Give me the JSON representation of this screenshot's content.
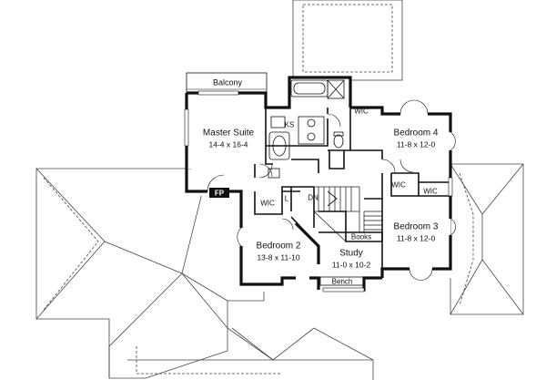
{
  "rooms": {
    "balcony": "Balcony",
    "master": {
      "name": "Master Suite",
      "dim": "14-4 x 16-4"
    },
    "bedroom4": {
      "name": "Bedroom 4",
      "dim": "11-8 x 12-0"
    },
    "bedroom3": {
      "name": "Bedroom 3",
      "dim": "11-8 x 12-0"
    },
    "bedroom2": {
      "name": "Bedroom 2",
      "dim": "13-8 x 11-10"
    },
    "study": {
      "name": "Study",
      "dim": "11-0 x 10-2"
    }
  },
  "labels": {
    "wic_bath": "WIC",
    "wic_b4": "WIC",
    "wic_b3": "WIC",
    "wic_b2": "WIC",
    "ks": "KS",
    "fp": "FP",
    "l": "L",
    "dn": "DN",
    "books": "Books",
    "bench": "Bench"
  },
  "colors": {
    "wall": "#111111",
    "roof": "#444444",
    "fill": "#ffffff"
  }
}
